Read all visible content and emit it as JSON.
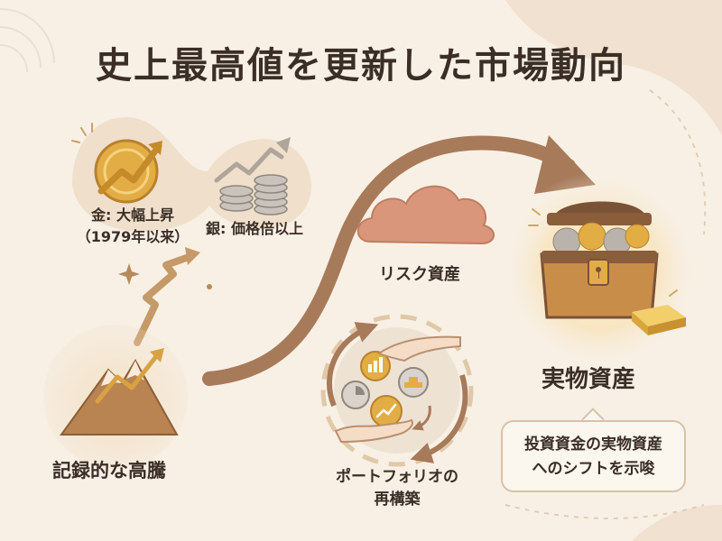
{
  "title": "史上最高値を更新した市場動向",
  "gold": {
    "label_line1": "金: 大幅上昇",
    "label_line2": "（1979年以来）"
  },
  "silver": {
    "label": "銀: 価格倍以上"
  },
  "peak": {
    "label": "記録的な高騰"
  },
  "risk_assets": {
    "label": "リスク資産"
  },
  "real_assets": {
    "label": "実物資産"
  },
  "portfolio": {
    "label_line1": "ポートフォリオの",
    "label_line2": "再構築"
  },
  "callout": {
    "line1": "投資資金の実物資産",
    "line2": "へのシフトを示唆"
  },
  "colors": {
    "background": "#f8f0e5",
    "gold": "#e3ad45",
    "silver": "#b9b3ac",
    "arrow": "#a77a5a",
    "cloud": "#d9967a",
    "chest": "#c98d4a"
  }
}
